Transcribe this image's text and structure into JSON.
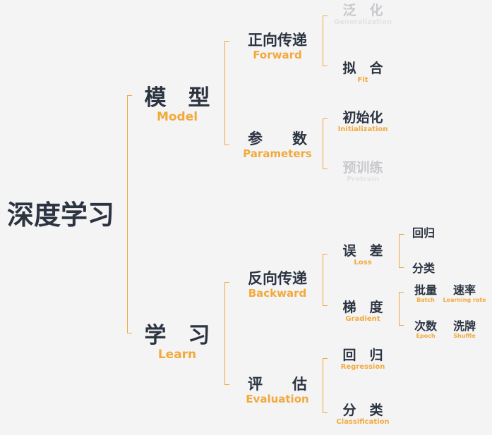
{
  "root": {
    "cn": "深度学习"
  },
  "model": {
    "cn": "模　型",
    "en": "Model"
  },
  "learn": {
    "cn": "学　习",
    "en": "Learn"
  },
  "forward": {
    "cn": "正向传递",
    "en": "Forward"
  },
  "parameters": {
    "cn": "参　　数",
    "en": "Parameters"
  },
  "backward": {
    "cn": "反向传递",
    "en": "Backward"
  },
  "evaluation": {
    "cn": "评　　估",
    "en": "Evaluation"
  },
  "generalization": {
    "cn": "泛　化",
    "en": "Generalization"
  },
  "fit": {
    "cn": "拟　合",
    "en": "Fit"
  },
  "initialization": {
    "cn": "初始化",
    "en": "Initialization"
  },
  "pretrain": {
    "cn": "预训练",
    "en": "Pretrain"
  },
  "loss": {
    "cn": "误　差",
    "en": "Loss"
  },
  "gradient": {
    "cn": "梯　度",
    "en": "Gradient"
  },
  "regression": {
    "cn": "回　归",
    "en": "Regression"
  },
  "classification": {
    "cn": "分　类",
    "en": "Classification"
  },
  "loss_regression": {
    "cn": "回归"
  },
  "loss_classification": {
    "cn": "分类"
  },
  "batch": {
    "cn": "批量",
    "en": "Batch"
  },
  "learning_rate": {
    "cn": "速率",
    "en": "Learning rate"
  },
  "epoch": {
    "cn": "次数",
    "en": "Epoch"
  },
  "shuffle": {
    "cn": "洗牌",
    "en": "Shuffle"
  },
  "colors": {
    "accent": "#f2a93b",
    "text": "#2b3440",
    "muted": "#c8c9cc",
    "background": "#f4f4f5"
  }
}
